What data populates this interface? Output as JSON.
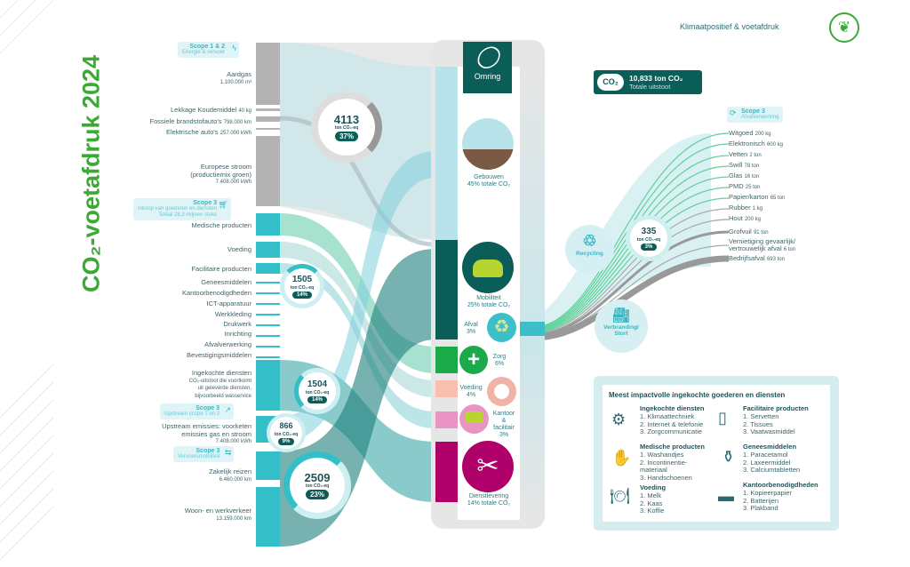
{
  "header": {
    "title": "Klimaatpositief & voetafdruk",
    "icon": "leaf-icon"
  },
  "main_title": "CO₂-voetafdruk 2024",
  "total": {
    "value": "10,833 ton CO₂",
    "label": "Totale uitstoot",
    "icon_text": "CO₂"
  },
  "logo": "Omring",
  "scopes": {
    "s12": {
      "title": "Scope 1 & 2",
      "sub": "Energie & vervoer"
    },
    "s3_inkoop": {
      "title": "Scope 3",
      "sub": "Inkoop van goederen en diensten",
      "sub2": "Totaal 28,3 miljoen stuks"
    },
    "s3_upstream": {
      "title": "Scope 3",
      "sub": "Upstream scope 1 en 2"
    },
    "s3_vervoer": {
      "title": "Scope 3",
      "sub": "Vervoersmobiliteit"
    },
    "s3_afval": {
      "title": "Scope 3",
      "sub": "Afvalverwerking"
    }
  },
  "sources": {
    "aardgas": {
      "name": "Aardgas",
      "value": "1.100.000 m³"
    },
    "lekkage": {
      "name": "Lekkage Koudemiddel",
      "value": "40 kg"
    },
    "fossiel": {
      "name": "Fossiele brandstofauto's",
      "value": "798.000 km"
    },
    "elektrisch": {
      "name": "Elektrische auto's",
      "value": "257.000 kWh"
    },
    "stroom": {
      "name": "Europese stroom",
      "name2": "(productiemix groen)",
      "value": "7.408.000 kWh"
    },
    "inkoop": [
      "Medische producten",
      "Voeding",
      "Facilitaire producten",
      "Geneesmiddelen",
      "Kantoorbenodigdheden",
      "ICT-apparatuur",
      "Werkkleding",
      "Drukwerk",
      "Inrichting",
      "Afvalverwerking",
      "Bevestigingsmiddelen"
    ],
    "diensten": {
      "name": "Ingekochte diensten",
      "desc1": "CO₂-uitstoot die voortkomt",
      "desc2": "uit geleverde diensten,",
      "desc3": "bijvoorbeeld wasservice"
    },
    "upstream": {
      "name1": "Upstream emissies: voorketen",
      "name2": "emissies gas en stroom",
      "value": "7.408.000 kWh"
    },
    "zakelijk": {
      "name": "Zakelijk reizen",
      "value": "6.460.000 km"
    },
    "woon": {
      "name": "Woon- en werkverkeer",
      "value": "13.159.000 km"
    }
  },
  "circles": [
    {
      "value": "4113",
      "unit": "ton CO₂-eq",
      "pct": "37%"
    },
    {
      "value": "1505",
      "unit": "ton CO₂-eq",
      "pct": "14%"
    },
    {
      "value": "1504",
      "unit": "ton CO₂-eq",
      "pct": "14%"
    },
    {
      "value": "866",
      "unit": "ton CO₂-eq",
      "pct": "9%"
    },
    {
      "value": "2509",
      "unit": "ton CO₂-eq",
      "pct": "23%"
    },
    {
      "value": "335",
      "unit": "ton CO₂-eq",
      "pct": "3%"
    }
  ],
  "categories": {
    "gebouwen": {
      "name": "Gebouwen",
      "pct": "45% totale CO₂",
      "color": "#b8e3ea"
    },
    "mobiliteit": {
      "name": "Mobiliteit",
      "pct": "25% totale CO₂",
      "color": "#0b5e57"
    },
    "afval": {
      "name": "Afval",
      "pct": "3%",
      "color": "#3dbfca"
    },
    "zorg": {
      "name": "Zorg",
      "pct": "6%",
      "color": "#1aaa4a"
    },
    "voeding": {
      "name": "Voeding",
      "pct": "4%",
      "color": "#f8bfae"
    },
    "kantoor": {
      "name": "Kantoor",
      "name2": "&",
      "name3": "facilitair",
      "pct": "3%",
      "color": "#e994c2"
    },
    "dienst": {
      "name": "Dienstlevering",
      "pct": "14% totale CO₂",
      "color": "#b0006a"
    }
  },
  "waste": [
    {
      "name": "Witgoed",
      "value": "200 kg"
    },
    {
      "name": "Elektronisch",
      "value": "600 kg"
    },
    {
      "name": "Vetten",
      "value": "2 ton"
    },
    {
      "name": "Swill",
      "value": "78 ton"
    },
    {
      "name": "Glas",
      "value": "16 ton"
    },
    {
      "name": "PMD",
      "value": "25 ton"
    },
    {
      "name": "Papier/karton",
      "value": "65 ton"
    },
    {
      "name": "Rubber",
      "value": "1 kg"
    },
    {
      "name": "Hout",
      "value": "200 kg"
    },
    {
      "name": "Grofvuil",
      "value": "91 ton"
    },
    {
      "name": "Vernietiging gevaarlijk/",
      "value": ""
    },
    {
      "name": "vertrouwelijk afval",
      "value": "6 ton"
    },
    {
      "name": "Bedrijfsafval",
      "value": "693 ton"
    }
  ],
  "processing": {
    "recycling": "Recycling",
    "verbranding": "Verbranding/",
    "stort": "Stort"
  },
  "impact": {
    "title": "Meest impactvolle ingekochte goederen en diensten",
    "groups": [
      {
        "title": "Ingekochte diensten",
        "items": [
          "1. Klimaattechniek",
          "2. Internet & telefonie",
          "3. Zorgcommunicatie"
        ]
      },
      {
        "title": "Facilitaire producten",
        "items": [
          "1. Servetten",
          "2. Tissues",
          "3. Vaatwasmiddel"
        ]
      },
      {
        "title": "Medische producten",
        "items": [
          "1. Washandjes",
          "2. Incontinentie-",
          "materiaal",
          "3. Handschoenen"
        ]
      },
      {
        "title": "Geneesmiddelen",
        "items": [
          "1. Paracetamol",
          "2. Laxeermiddel",
          "3. Calciumtabletten"
        ]
      },
      {
        "title": "Voeding",
        "items": [
          "1. Melk",
          "2. Kaas",
          "3. Koffie"
        ]
      },
      {
        "title": "Kantoorbenodigdheden",
        "items": [
          "1. Kopieerpapier",
          "2. Batterijen",
          "3. Plakband"
        ]
      }
    ]
  }
}
